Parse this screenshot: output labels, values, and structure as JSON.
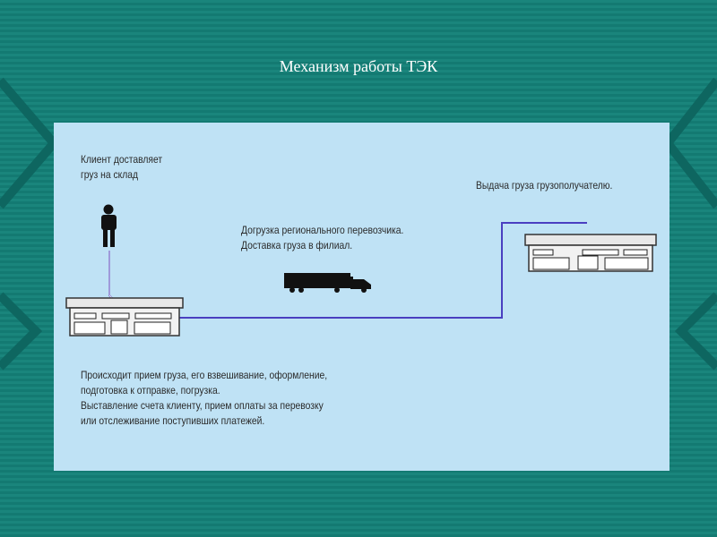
{
  "slide": {
    "title": "Механизм работы ТЭК"
  },
  "diagram": {
    "client_label": [
      "Клиент доставляет",
      "груз на склад"
    ],
    "transport_label": [
      "Догрузка регионального перевозчика.",
      "Доставка груза в филиал."
    ],
    "delivery_label": [
      "Выдача груза грузополучателю."
    ],
    "process_label": [
      "Происходит прием груза, его взвешивание, оформление,",
      "подготовка к отправке, погрузка.",
      "Выставление счета клиенту, прием оплаты за перевозку",
      "или отслеживание поступивших платежей."
    ]
  },
  "icons": {
    "client": "person-icon",
    "origin_warehouse": "warehouse-icon",
    "truck": "truck-icon",
    "destination_warehouse": "warehouse-icon"
  },
  "colors": {
    "background": "#137a72",
    "panel": "#bfe2f5",
    "route_line": "#4a3fc0",
    "icon_dark": "#111111"
  }
}
